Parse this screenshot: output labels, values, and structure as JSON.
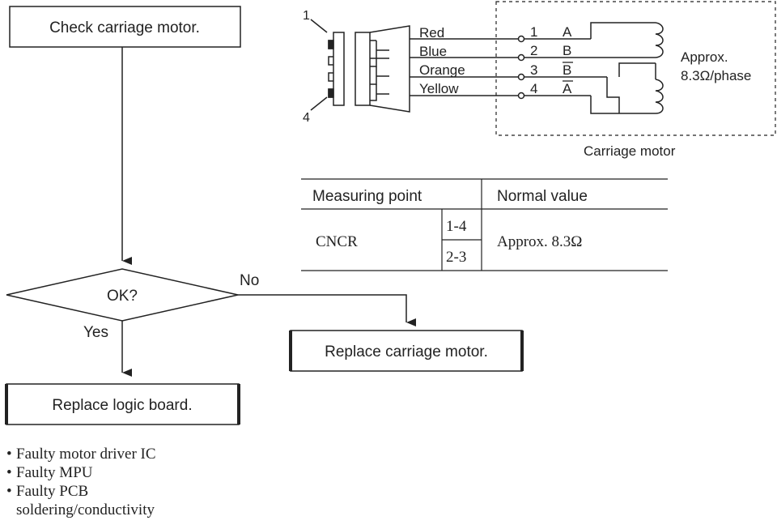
{
  "flowchart": {
    "check_box": "Check carriage motor.",
    "decision": "OK?",
    "no_label": "No",
    "yes_label": "Yes",
    "replace_motor": "Replace carriage motor.",
    "replace_board": "Replace logic board.",
    "causes": [
      "Faulty motor driver IC",
      "Faulty MPU",
      "Faulty PCB",
      "soldering/conductivity"
    ]
  },
  "connector": {
    "pin_top": "1",
    "pin_bottom": "4",
    "wires": [
      {
        "color": "Red",
        "pin": "1",
        "phase": "A",
        "overline": false
      },
      {
        "color": "Blue",
        "pin": "2",
        "phase": "B",
        "overline": false
      },
      {
        "color": "Orange",
        "pin": "3",
        "phase": "B",
        "overline": true
      },
      {
        "color": "Yellow",
        "pin": "4",
        "phase": "A",
        "overline": true
      }
    ],
    "resistance_line1": "Approx.",
    "resistance_line2": "8.3Ω/phase",
    "motor_label": "Carriage motor"
  },
  "table": {
    "headers": [
      "Measuring point",
      "Normal value"
    ],
    "row_label": "CNCR",
    "points": [
      "1-4",
      "2-3"
    ],
    "value": "Approx. 8.3Ω"
  }
}
